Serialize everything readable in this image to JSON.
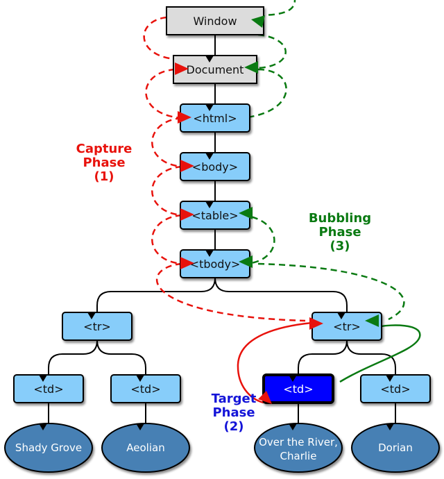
{
  "nodes": {
    "window": "Window",
    "document": "Document",
    "html": "<html>",
    "body": "<body>",
    "table": "<table>",
    "tbody": "<tbody>",
    "tr_left": "<tr>",
    "tr_right": "<tr>",
    "td_1": "<td>",
    "td_2": "<td>",
    "td_target": "<td>",
    "td_4": "<td>"
  },
  "leaves": {
    "leaf_1": "Shady Grove",
    "leaf_2": "Aeolian",
    "leaf_3_line1": "Over the River,",
    "leaf_3_line2": "Charlie",
    "leaf_4": "Dorian"
  },
  "phases": {
    "capture": {
      "line1": "Capture",
      "line2": "Phase",
      "line3": "(1)"
    },
    "target": {
      "line1": "Target",
      "line2": "Phase",
      "line3": "(2)"
    },
    "bubbling": {
      "line1": "Bubbling",
      "line2": "Phase",
      "line3": "(3)"
    }
  },
  "colors": {
    "capture": "#e8120c",
    "bubbling": "#0a7a12",
    "target": "#1414d8",
    "element_fill": "#87cdfa",
    "root_fill": "#dcdcdc",
    "target_fill": "#0000ff",
    "leaf_fill": "#4680b4"
  }
}
